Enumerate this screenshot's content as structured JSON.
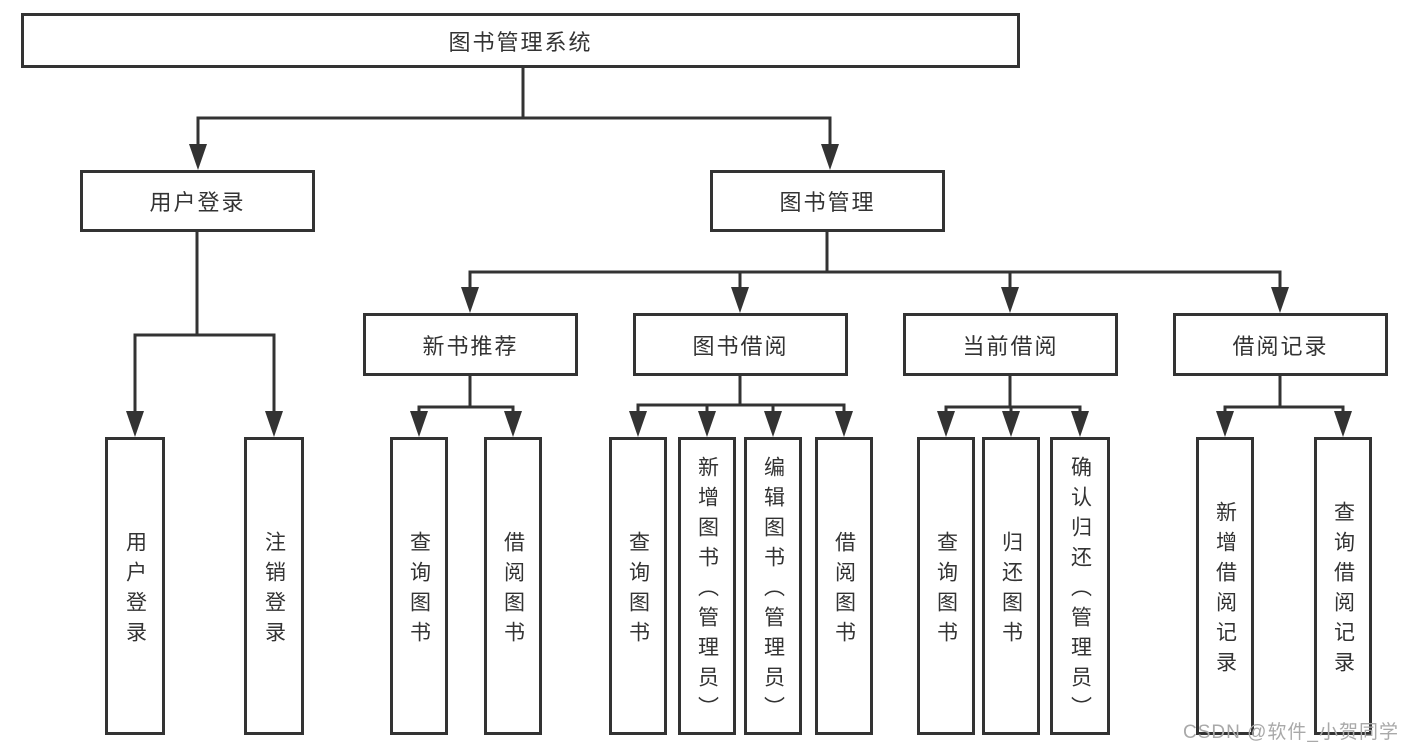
{
  "diagram": {
    "root": "图书管理系统",
    "branches": [
      {
        "label": "用户登录",
        "leaves": [
          "用户登录",
          "注销登录"
        ]
      },
      {
        "label": "图书管理",
        "sections": [
          {
            "label": "新书推荐",
            "leaves": [
              "查询图书",
              "借阅图书"
            ]
          },
          {
            "label": "图书借阅",
            "leaves": [
              "查询图书",
              "新增图书（管理员）",
              "编辑图书（管理员）",
              "借阅图书"
            ]
          },
          {
            "label": "当前借阅",
            "leaves": [
              "查询图书",
              "归还图书",
              "确认归还（管理员）"
            ]
          },
          {
            "label": "借阅记录",
            "leaves": [
              "新增借阅记录",
              "查询借阅记录"
            ]
          }
        ]
      }
    ]
  },
  "watermark": {
    "text": "CSDN @软件_小贺同学"
  },
  "colors": {
    "line": "#333333",
    "box_border": "#333333",
    "box_fill": "#ffffff",
    "text": "#333333",
    "watermark": "#a9a9a9",
    "background": "#ffffff"
  }
}
